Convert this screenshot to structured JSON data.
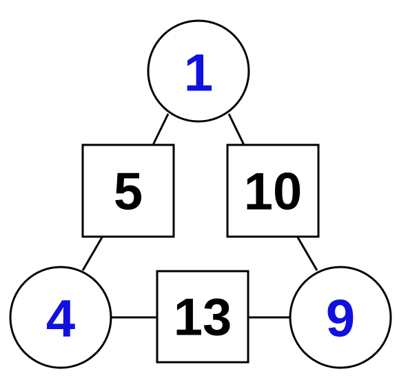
{
  "colors": {
    "circle_number": "#1010e0",
    "square_number": "#000000",
    "stroke": "#000000",
    "background": "#ffffff"
  },
  "diagram": {
    "circles": [
      {
        "id": "top",
        "label": "1"
      },
      {
        "id": "bottom-left",
        "label": "4"
      },
      {
        "id": "bottom-right",
        "label": "9"
      }
    ],
    "squares": [
      {
        "id": "left",
        "label": "5"
      },
      {
        "id": "right",
        "label": "10"
      },
      {
        "id": "bottom",
        "label": "13"
      }
    ]
  }
}
